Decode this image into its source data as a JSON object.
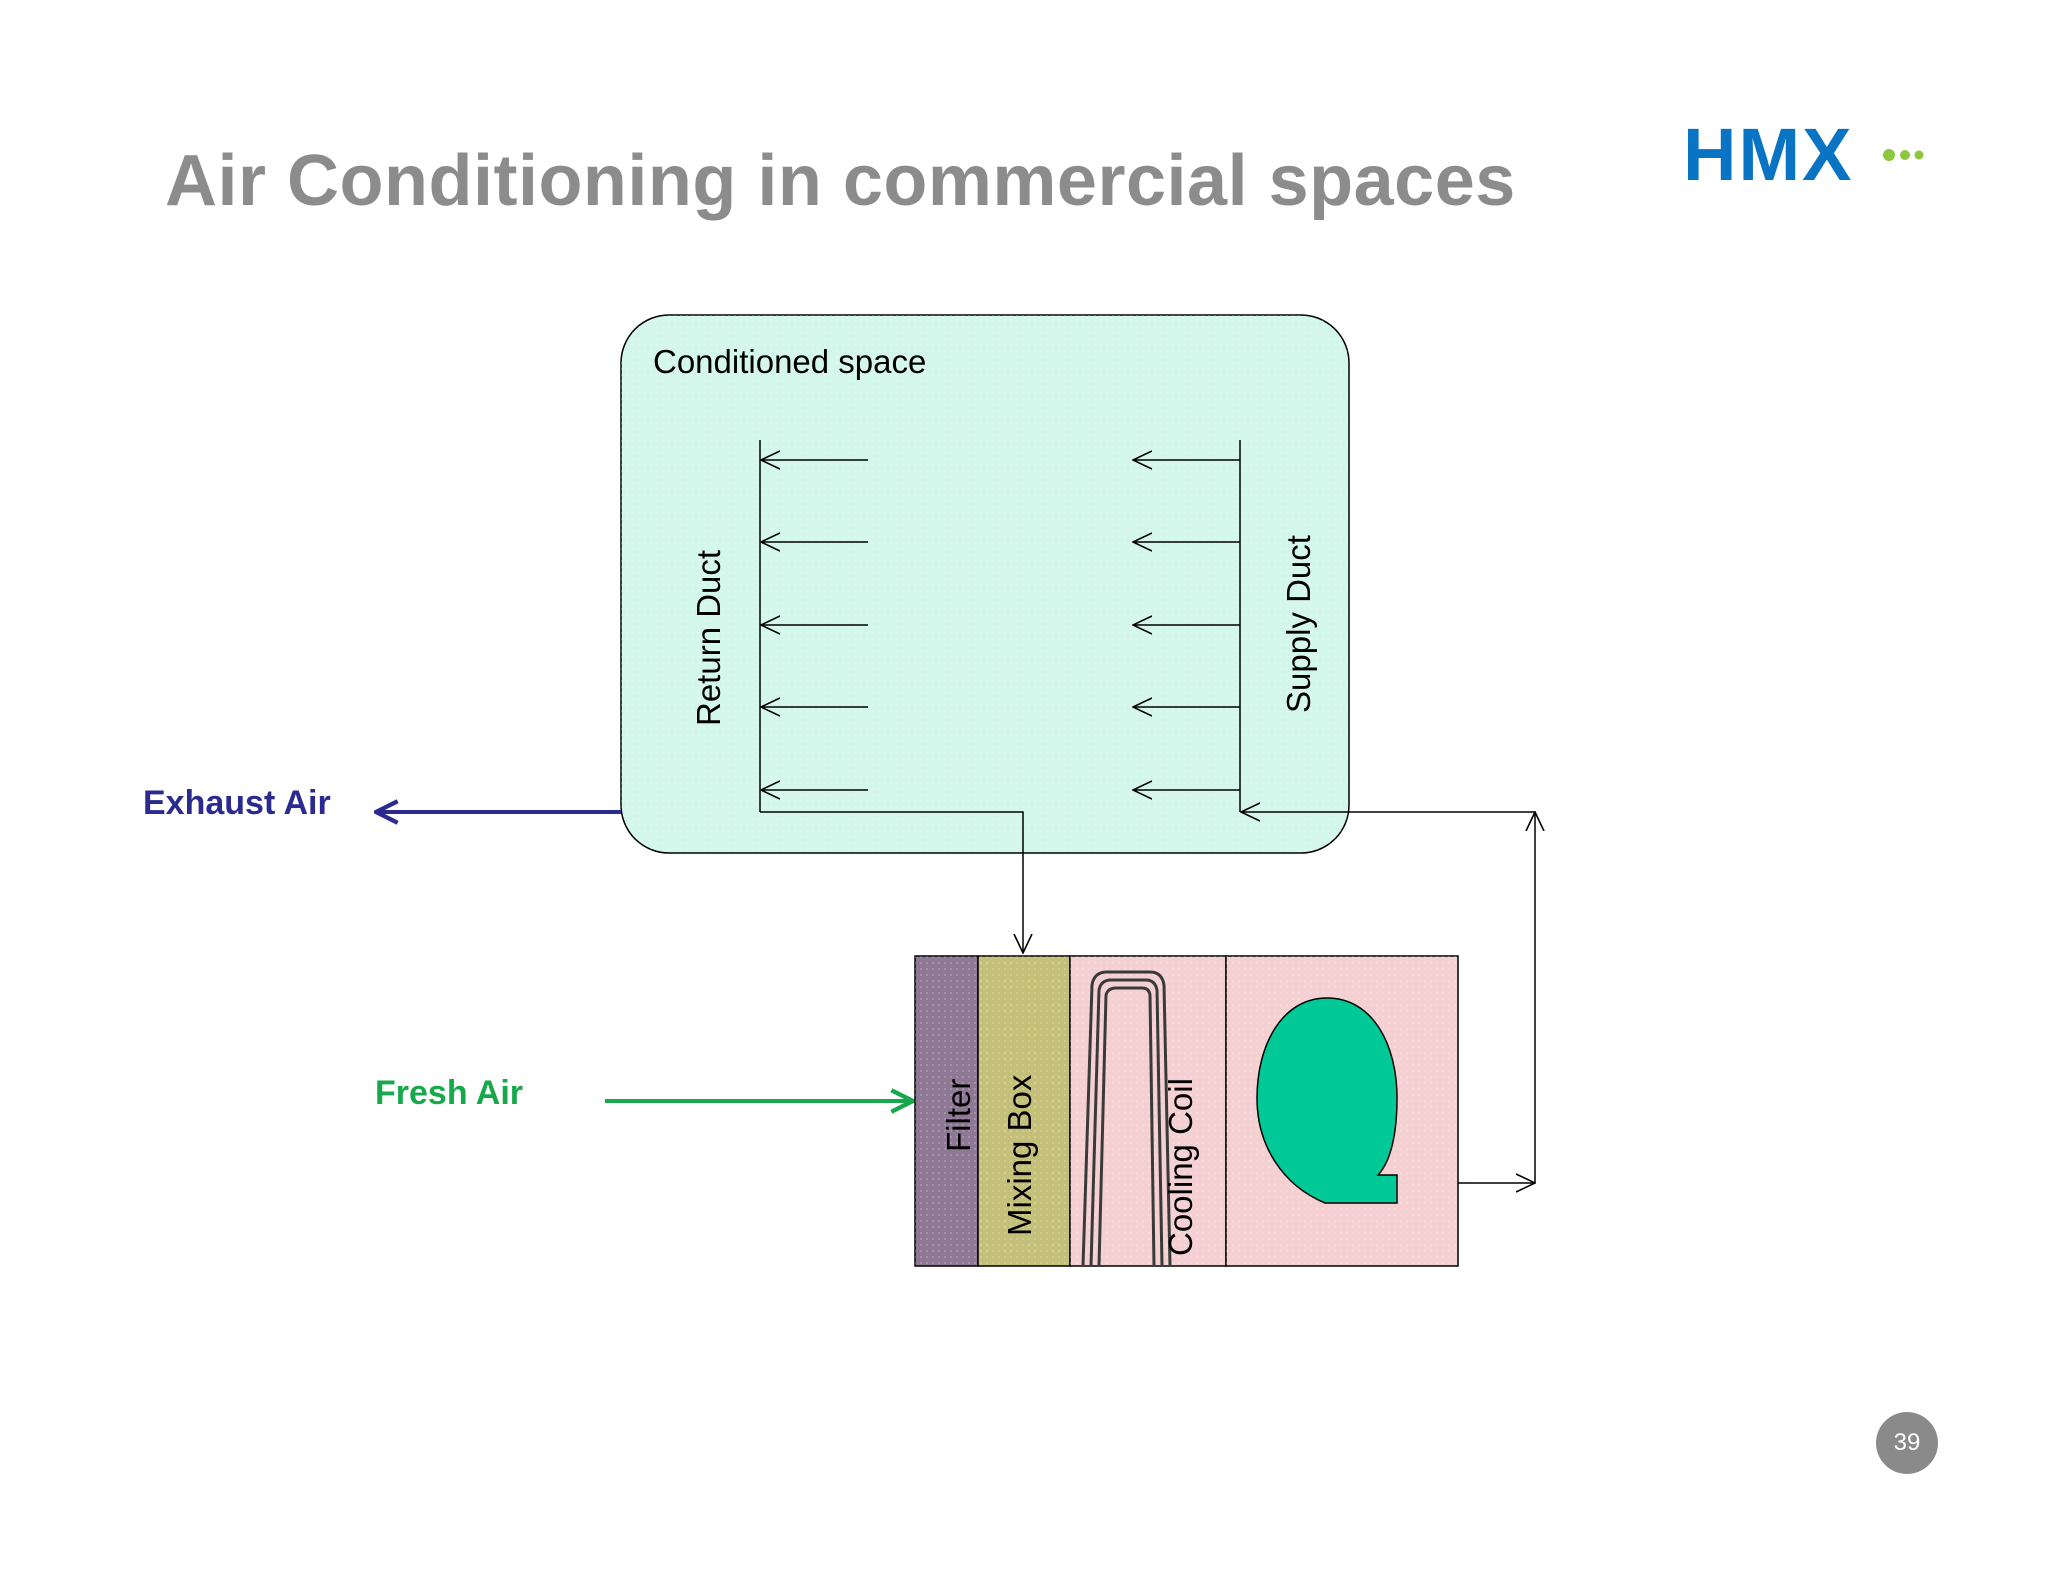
{
  "slide": {
    "title": "Air Conditioning in commercial spaces",
    "page_number": "39"
  },
  "logo": {
    "text": "HMX",
    "color": "#0a74c4",
    "dots_color": "#8dc63f"
  },
  "diagram": {
    "conditioned_space_label": "Conditioned space",
    "return_duct_label": "Return  Duct",
    "supply_duct_label": "Supply Duct",
    "exhaust_air_label": "Exhaust Air",
    "fresh_air_label": "Fresh Air",
    "filter_label": "Filter",
    "mixing_box_label": "Mixing Box",
    "cooling_coil_label": "Cooling Coil",
    "colors": {
      "conditioned_space_fill": "#d4f7ec",
      "filter_fill": "#8f7896",
      "mixing_box_fill": "#c4c07a",
      "coil_fill": "#f5d0d2",
      "fan_fill": "#00c896",
      "exhaust_color": "#2b2b8f",
      "fresh_air_color": "#16a84a",
      "line_color": "#000000"
    }
  }
}
